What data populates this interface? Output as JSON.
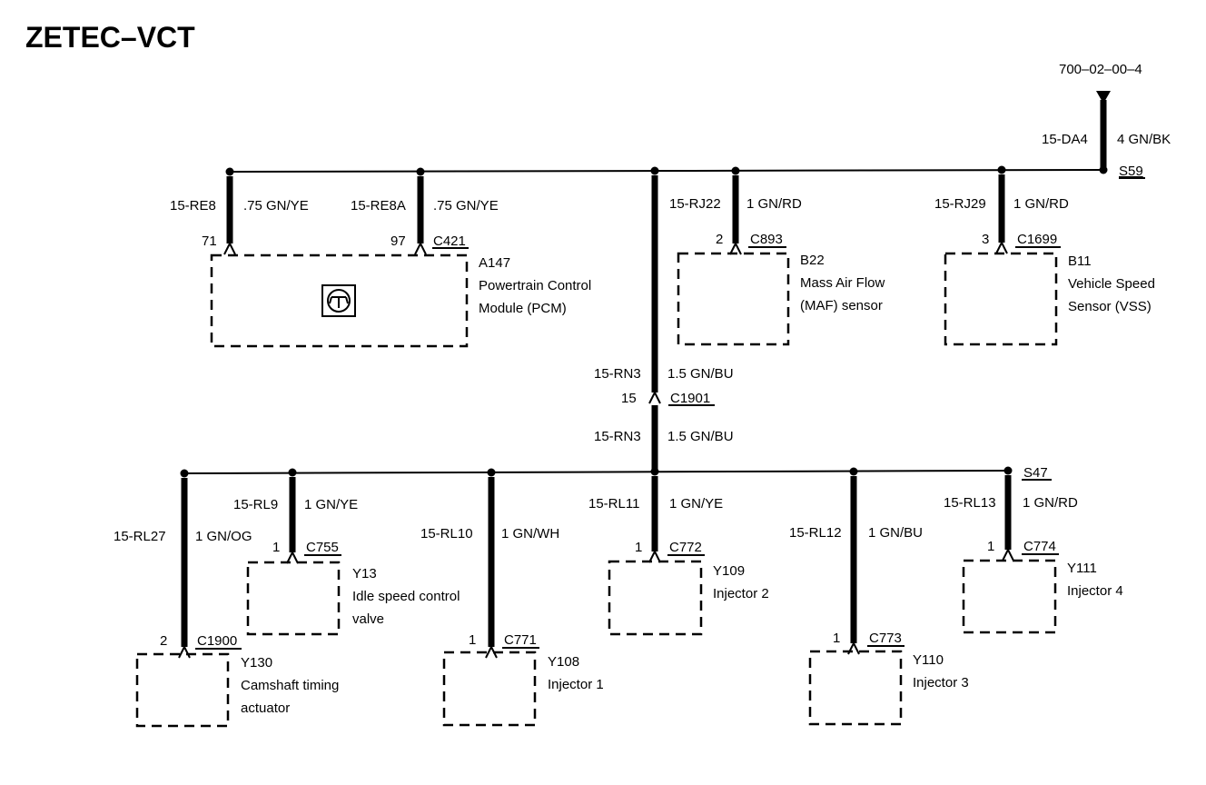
{
  "title": "ZETEC–VCT",
  "reference": "700–02–00–4",
  "power_feed": {
    "circuit": "15-DA4",
    "wire": "4 GN/BK",
    "splice": "S59"
  },
  "top_branches": [
    {
      "circuit": "15-RE8",
      "wire": ".75 GN/YE",
      "pin": "71"
    },
    {
      "circuit": "15-RE8A",
      "wire": ".75 GN/YE",
      "pin": "97",
      "connector": "C421"
    },
    {
      "circuit": "15-RJ22",
      "wire": "1 GN/RD",
      "pin": "2",
      "connector": "C893"
    },
    {
      "circuit": "15-RJ29",
      "wire": "1 GN/RD",
      "pin": "3",
      "connector": "C1699"
    }
  ],
  "top_components": [
    {
      "id": "A147",
      "line1": "Powertrain Control",
      "line2": "Module (PCM)"
    },
    {
      "id": "B22",
      "line1": "Mass Air Flow",
      "line2": "(MAF) sensor"
    },
    {
      "id": "B11",
      "line1": "Vehicle Speed",
      "line2": "Sensor (VSS)"
    }
  ],
  "trunk": {
    "upper_circuit": "15-RN3",
    "upper_wire": "1.5 GN/BU",
    "pin": "15",
    "connector": "C1901",
    "lower_circuit": "15-RN3",
    "lower_wire": "1.5 GN/BU"
  },
  "bottom_splice": "S47",
  "bottom_branches": [
    {
      "circuit": "15-RL27",
      "wire": "1 GN/OG",
      "pin": "2",
      "connector": "C1900",
      "id": "Y130",
      "line1": "Camshaft timing",
      "line2": "actuator"
    },
    {
      "circuit": "15-RL9",
      "wire": "1 GN/YE",
      "pin": "1",
      "connector": "C755",
      "id": "Y13",
      "line1": "Idle speed control",
      "line2": "valve"
    },
    {
      "circuit": "15-RL10",
      "wire": "1 GN/WH",
      "pin": "1",
      "connector": "C771",
      "id": "Y108",
      "line1": "Injector 1"
    },
    {
      "circuit": "15-RL11",
      "wire": "1 GN/YE",
      "pin": "1",
      "connector": "C772",
      "id": "Y109",
      "line1": "Injector 2"
    },
    {
      "circuit": "15-RL12",
      "wire": "1 GN/BU",
      "pin": "1",
      "connector": "C773",
      "id": "Y110",
      "line1": "Injector 3"
    },
    {
      "circuit": "15-RL13",
      "wire": "1 GN/RD",
      "pin": "1",
      "connector": "C774",
      "id": "Y111",
      "line1": "Injector 4"
    }
  ]
}
